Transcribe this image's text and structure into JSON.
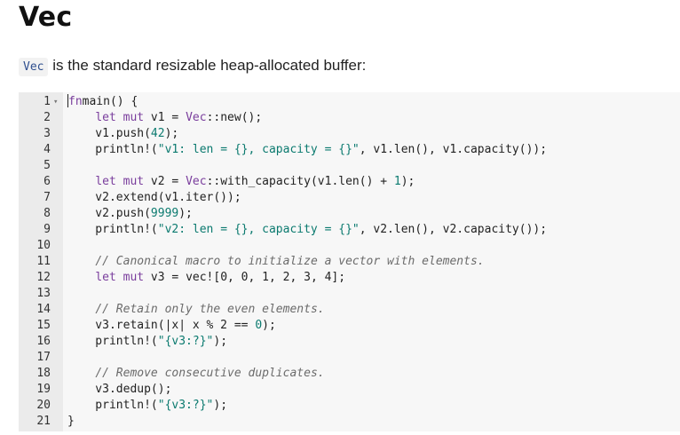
{
  "page": {
    "title": "Vec",
    "intro_code": "Vec",
    "intro_text": " is the standard resizable heap-allocated buffer:"
  },
  "editor": {
    "fold_icon": "chevron-down-icon",
    "lines": [
      {
        "n": "1",
        "tokens": [
          [
            "kw",
            "fn"
          ],
          [
            "",
            "main() {"
          ]
        ]
      },
      {
        "n": "2",
        "tokens": [
          [
            "",
            "    "
          ],
          [
            "kw",
            "let mut"
          ],
          [
            "",
            " v1 = "
          ],
          [
            "ty",
            "Vec"
          ],
          [
            "",
            "::new();"
          ]
        ]
      },
      {
        "n": "3",
        "tokens": [
          [
            "",
            "    v1.push("
          ],
          [
            "num",
            "42"
          ],
          [
            "",
            ");"
          ]
        ]
      },
      {
        "n": "4",
        "tokens": [
          [
            "",
            "    println!("
          ],
          [
            "str",
            "\"v1: len = {}, capacity = {}\""
          ],
          [
            "",
            ", v1.len(), v1.capacity());"
          ]
        ]
      },
      {
        "n": "5",
        "tokens": []
      },
      {
        "n": "6",
        "tokens": [
          [
            "",
            "    "
          ],
          [
            "kw",
            "let mut"
          ],
          [
            "",
            " v2 = "
          ],
          [
            "ty",
            "Vec"
          ],
          [
            "",
            "::with_capacity(v1.len() + "
          ],
          [
            "num",
            "1"
          ],
          [
            "",
            ");"
          ]
        ]
      },
      {
        "n": "7",
        "tokens": [
          [
            "",
            "    v2.extend(v1.iter());"
          ]
        ]
      },
      {
        "n": "8",
        "tokens": [
          [
            "",
            "    v2.push("
          ],
          [
            "num",
            "9999"
          ],
          [
            "",
            ");"
          ]
        ]
      },
      {
        "n": "9",
        "tokens": [
          [
            "",
            "    println!("
          ],
          [
            "str",
            "\"v2: len = {}, capacity = {}\""
          ],
          [
            "",
            ", v2.len(), v2.capacity());"
          ]
        ]
      },
      {
        "n": "10",
        "tokens": []
      },
      {
        "n": "11",
        "tokens": [
          [
            "",
            "    "
          ],
          [
            "cm",
            "// Canonical macro to initialize a vector with elements."
          ]
        ]
      },
      {
        "n": "12",
        "tokens": [
          [
            "",
            "    "
          ],
          [
            "kw",
            "let mut"
          ],
          [
            "",
            " v3 = vec![0, 0, 1, 2, 3, 4];"
          ]
        ]
      },
      {
        "n": "13",
        "tokens": []
      },
      {
        "n": "14",
        "tokens": [
          [
            "",
            "    "
          ],
          [
            "cm",
            "// Retain only the even elements."
          ]
        ]
      },
      {
        "n": "15",
        "tokens": [
          [
            "",
            "    v3.retain(|x| x % 2 == "
          ],
          [
            "num",
            "0"
          ],
          [
            "",
            ");"
          ]
        ]
      },
      {
        "n": "16",
        "tokens": [
          [
            "",
            "    println!("
          ],
          [
            "str",
            "\"{v3:?}\""
          ],
          [
            "",
            ");"
          ]
        ]
      },
      {
        "n": "17",
        "tokens": []
      },
      {
        "n": "18",
        "tokens": [
          [
            "",
            "    "
          ],
          [
            "cm",
            "// Remove consecutive duplicates."
          ]
        ]
      },
      {
        "n": "19",
        "tokens": [
          [
            "",
            "    v3.dedup();"
          ]
        ]
      },
      {
        "n": "20",
        "tokens": [
          [
            "",
            "    println!("
          ],
          [
            "str",
            "\"{v3:?}\""
          ],
          [
            "",
            ");"
          ]
        ]
      },
      {
        "n": "21",
        "tokens": [
          [
            "",
            "}"
          ]
        ]
      }
    ]
  }
}
